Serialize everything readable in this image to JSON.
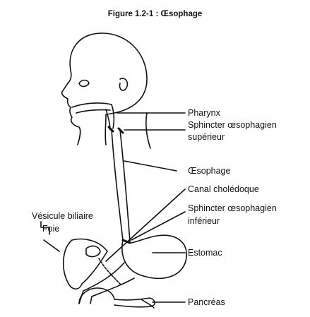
{
  "figure": {
    "title": "Figure 1.2-1 : Œsophage"
  },
  "labels": {
    "pharynx": "Pharynx",
    "sphincter_sup_line1": "Sphincter œsophagien",
    "sphincter_sup_line2": "supérieur",
    "oesophage": "Œsophage",
    "canal": "Canal cholédoque",
    "sphincter_inf_line1": "Sphincter œsophagien",
    "sphincter_inf_line2": "inférieur",
    "vesicule": "Vésicule biliaire",
    "foie": "Foie",
    "estomac": "Estomac",
    "pancreas": "Pancréas"
  }
}
